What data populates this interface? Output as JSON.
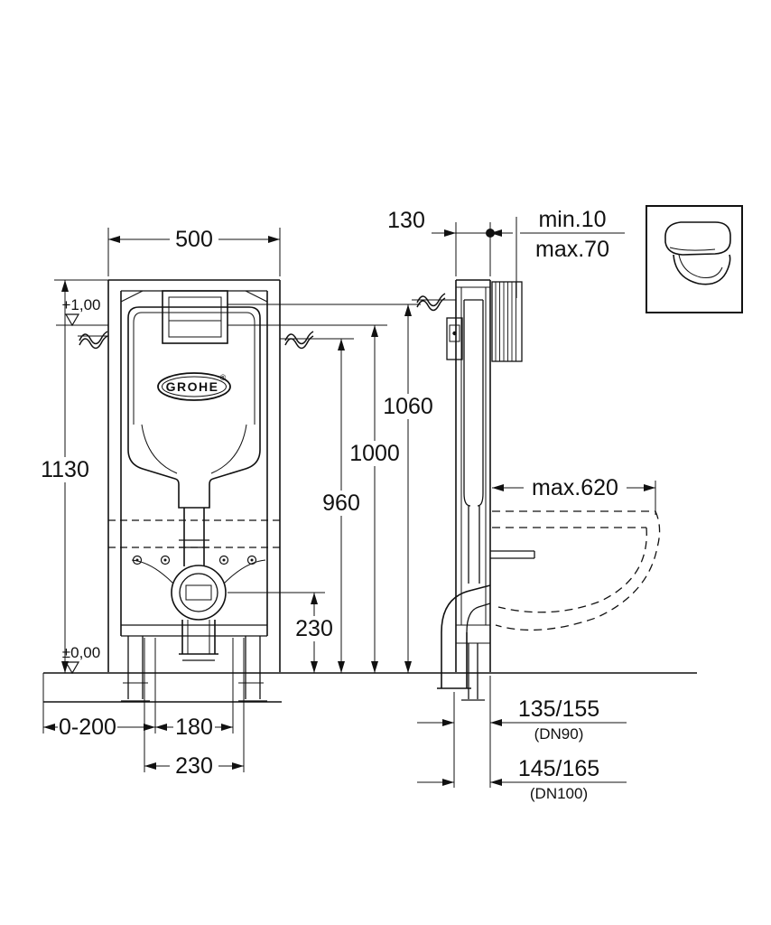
{
  "front_view": {
    "width_500": "500",
    "height_1130": "1130",
    "level_plus": "+1,00",
    "level_zero": "±0,00",
    "dim_960": "960",
    "dim_1000": "1000",
    "dim_1060": "1060",
    "drain_height_230": "230",
    "foot_range": "0-200",
    "spacing_180": "180",
    "spacing_230": "230",
    "logo": "GROHE",
    "trademark": "®"
  },
  "side_view": {
    "depth_130": "130",
    "finish_min": "min.10",
    "finish_max": "max.70",
    "bowl_max": "max.620",
    "outlet_small": "135/155",
    "outlet_small_dn": "(DN90)",
    "outlet_large": "145/165",
    "outlet_large_dn": "(DN100)"
  }
}
